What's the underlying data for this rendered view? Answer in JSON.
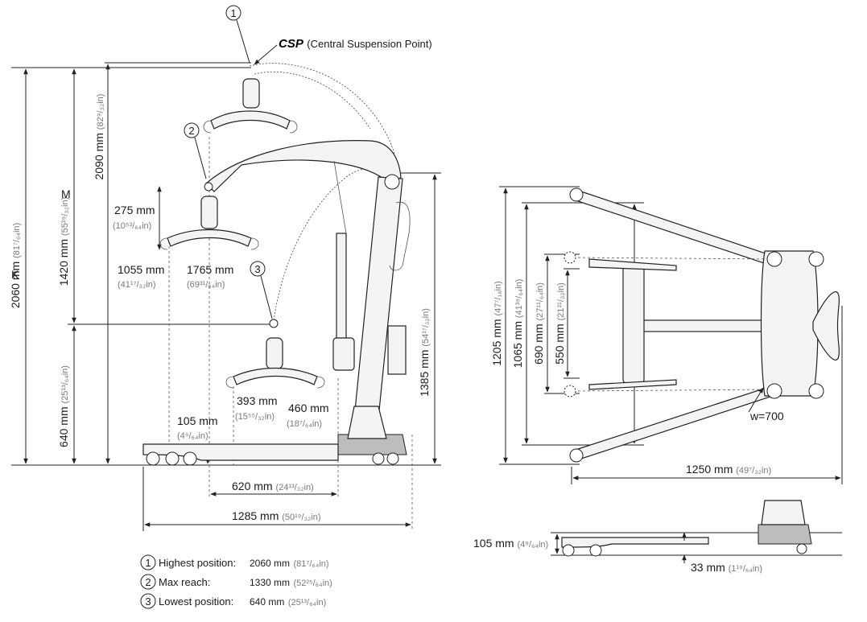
{
  "csp": {
    "label": "CSP",
    "description": "(Central Suspension Point)"
  },
  "markers": {
    "one": "1",
    "two": "2",
    "three": "3"
  },
  "side_view": {
    "letter_k": "K",
    "letter_m": "M",
    "dim_2060": {
      "mm": "2060 mm",
      "in": "(81⁷/₆₄in)"
    },
    "dim_2090": {
      "mm": "2090 mm",
      "in": "(82⁹/₃₂in)"
    },
    "dim_1420": {
      "mm": "1420 mm",
      "in": "(55²⁹/₃₂in)"
    },
    "dim_640": {
      "mm": "640 mm",
      "in": "(25¹³/₆₄in)"
    },
    "dim_1385": {
      "mm": "1385 mm",
      "in": "(54¹⁷/₃₂in)"
    },
    "dim_275": {
      "mm": "275 mm",
      "in": "(10⁵³/₆₄in)"
    },
    "dim_1055": {
      "mm": "1055 mm",
      "in": "(41¹⁷/₃₂in)"
    },
    "dim_1765": {
      "mm": "1765 mm",
      "in": "(69³¹/₆₄in)"
    },
    "dim_105": {
      "mm": "105 mm",
      "in": "(4⁹/₆₄in)"
    },
    "dim_393": {
      "mm": "393 mm",
      "in": "(15⁵⁵/₃₂in)"
    },
    "dim_460": {
      "mm": "460 mm",
      "in": "(18⁷/₆₄in)"
    },
    "dim_620": {
      "mm": "620 mm",
      "in": "(24¹³/₃₂in)"
    },
    "dim_1285": {
      "mm": "1285 mm",
      "in": "(50¹⁹/₃₂in)"
    }
  },
  "top_view": {
    "dim_1205": {
      "mm": "1205 mm",
      "in": "(47⁷/₁₆in)"
    },
    "dim_1065": {
      "mm": "1065 mm",
      "in": "(41³⁹/₆₄in)"
    },
    "dim_690": {
      "mm": "690 mm",
      "in": "(27¹¹/₆₄in)"
    },
    "dim_550": {
      "mm": "550 mm",
      "in": "(21²¹/₃₂in)"
    },
    "dim_1250": {
      "mm": "1250 mm",
      "in": "(49⁷/₃₂in)"
    },
    "width_label": "w=700"
  },
  "base_view": {
    "dim_105": {
      "mm": "105 mm",
      "in": "(4⁹/₆₄in)"
    },
    "dim_33": {
      "mm": "33 mm",
      "in": "(1¹⁹/₆₄in)"
    }
  },
  "legend": [
    {
      "num": "1",
      "label": "Highest position:",
      "mm": "2060 mm",
      "in": "(81⁷/₆₄in)"
    },
    {
      "num": "2",
      "label": "Max reach:",
      "mm": "1330 mm",
      "in": "(52²⁵/₆₄in)"
    },
    {
      "num": "3",
      "label": "Lowest position:",
      "mm": "640 mm",
      "in": "(25¹³/₆₄in)"
    }
  ]
}
